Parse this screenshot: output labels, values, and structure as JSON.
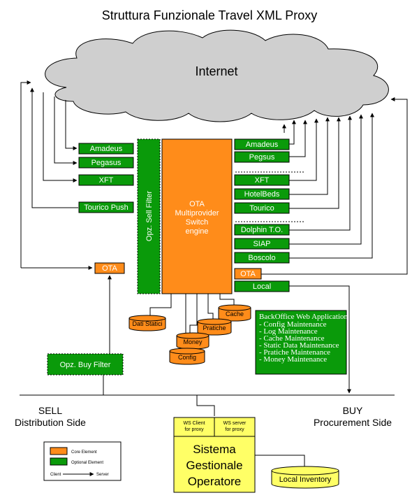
{
  "title": "Struttura Funzionale Travel XML Proxy",
  "cloud_label": "Internet",
  "colors": {
    "core": "#ff8c1a",
    "optional": "#0a9a0a",
    "yellow": "#ffff66",
    "cloud": "#cfcfcf"
  },
  "left_providers": [
    "Amadeus",
    "Pegasus",
    "XFT",
    "Tourico Push"
  ],
  "right_providers": [
    "Amadeus",
    "Pegsus",
    "XFT",
    "HotelBeds",
    "Tourico",
    "Dolphin T.O.",
    "SIAP",
    "Boscolo"
  ],
  "engine": {
    "lines": [
      "OTA",
      "Multiprovider",
      "Switch",
      "engine"
    ]
  },
  "sell_filter_label": "Opz. Sell Filter",
  "buy_filter_label": "Opz. Buy Filter",
  "ota_left_label": "OTA",
  "ota_right_label": "OTA",
  "local_label": "Local",
  "databases": {
    "dati_statici": "Dati Statici",
    "cache": "Cache",
    "pratiche": "Pratiche",
    "money": "Money",
    "config": "Config"
  },
  "backoffice": {
    "title": "BackOffice Web Application",
    "items": [
      "- Config Maintenance",
      "- Log Maintenance",
      "- Cache Maintenance",
      "- Static Data Maintenance",
      "- Pratiche Maintenance",
      "- Money Maintenance"
    ]
  },
  "sell": {
    "line1": "SELL",
    "line2": "Distribution Side"
  },
  "buy": {
    "line1": "BUY",
    "line2": "Procurement Side"
  },
  "ws_client": {
    "line1": "WS Client",
    "line2": "for proxy"
  },
  "ws_server": {
    "line1": "WS server",
    "line2": "for proxy"
  },
  "sistema": {
    "lines": [
      "Sistema",
      "Gestionale",
      "Operatore"
    ]
  },
  "local_inventory": "Local Inventory",
  "legend": {
    "core": "Core Element",
    "optional": "Optional Element",
    "client": "Client",
    "server": "Server"
  }
}
